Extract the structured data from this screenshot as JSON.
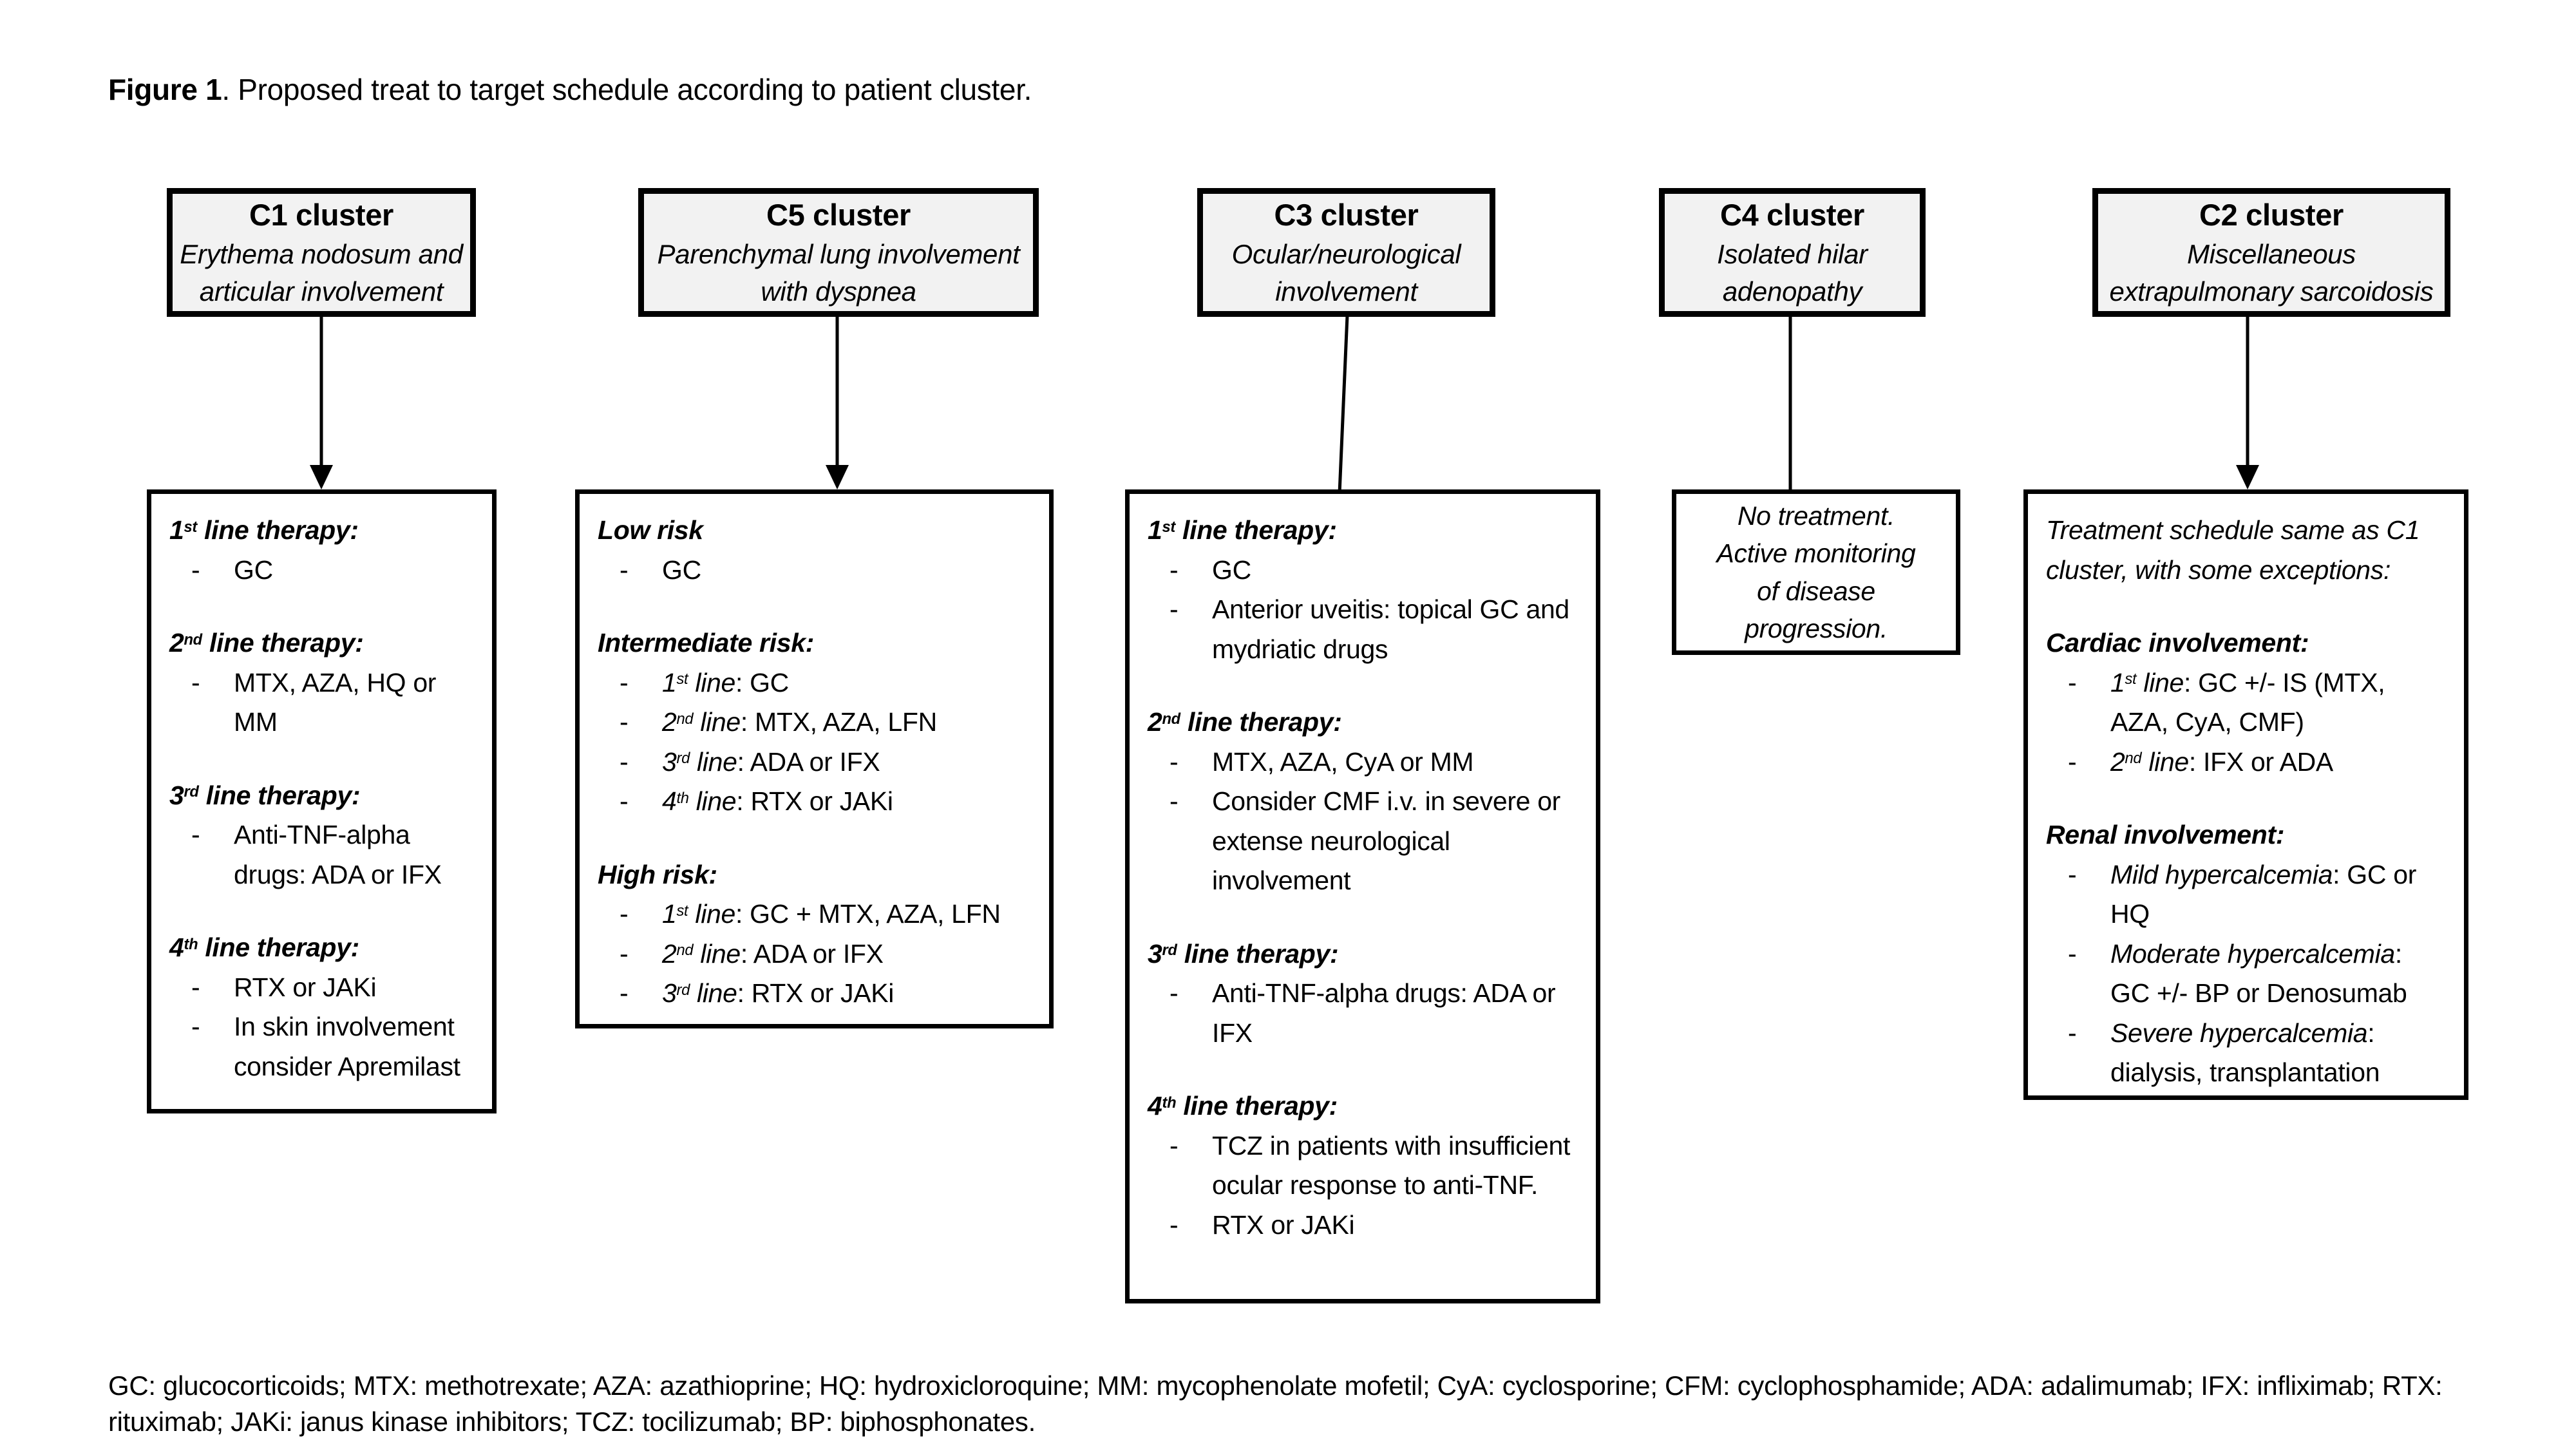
{
  "figure_caption": {
    "label": "Figure 1",
    "text": ". Proposed treat to target schedule according to patient cluster."
  },
  "clusters": [
    {
      "id": "c1",
      "header_title": "C1 cluster",
      "header_subtitle": "Erythema nodosum and articular involvement",
      "body": [
        {
          "type": "h",
          "seg": [
            {
              "t": "1"
            },
            {
              "t": "st",
              "sup": 1
            },
            {
              "t": " line therapy:"
            }
          ]
        },
        {
          "type": "li",
          "seg": [
            {
              "t": "GC"
            }
          ]
        },
        {
          "type": "gap"
        },
        {
          "type": "h",
          "seg": [
            {
              "t": "2"
            },
            {
              "t": "nd",
              "sup": 1
            },
            {
              "t": " line therapy:"
            }
          ]
        },
        {
          "type": "li",
          "seg": [
            {
              "t": "MTX, AZA, HQ or MM"
            }
          ]
        },
        {
          "type": "gap"
        },
        {
          "type": "h",
          "seg": [
            {
              "t": "3"
            },
            {
              "t": "rd",
              "sup": 1
            },
            {
              "t": " line therapy:"
            }
          ]
        },
        {
          "type": "li",
          "seg": [
            {
              "t": "Anti-TNF-alpha drugs: ADA or IFX"
            }
          ]
        },
        {
          "type": "gap"
        },
        {
          "type": "h",
          "seg": [
            {
              "t": "4"
            },
            {
              "t": "th",
              "sup": 1
            },
            {
              "t": " line therapy:"
            }
          ]
        },
        {
          "type": "li",
          "seg": [
            {
              "t": "RTX or JAKi"
            }
          ]
        },
        {
          "type": "li",
          "seg": [
            {
              "t": "In skin involvement consider Apremilast"
            }
          ]
        }
      ]
    },
    {
      "id": "c5",
      "header_title": "C5 cluster",
      "header_subtitle": "Parenchymal lung involvement with dyspnea",
      "body": [
        {
          "type": "h",
          "seg": [
            {
              "t": "Low risk"
            }
          ]
        },
        {
          "type": "li",
          "seg": [
            {
              "t": "GC"
            }
          ]
        },
        {
          "type": "gap"
        },
        {
          "type": "h",
          "seg": [
            {
              "t": "Intermediate risk:"
            }
          ]
        },
        {
          "type": "li",
          "seg": [
            {
              "t": "1",
              "i": 1
            },
            {
              "t": "st",
              "i": 1,
              "sup": 1
            },
            {
              "t": " line",
              "i": 1
            },
            {
              "t": ": GC"
            }
          ]
        },
        {
          "type": "li",
          "seg": [
            {
              "t": "2",
              "i": 1
            },
            {
              "t": "nd",
              "i": 1,
              "sup": 1
            },
            {
              "t": " line",
              "i": 1
            },
            {
              "t": ": MTX, AZA, LFN"
            }
          ]
        },
        {
          "type": "li",
          "seg": [
            {
              "t": "3",
              "i": 1
            },
            {
              "t": "rd",
              "i": 1,
              "sup": 1
            },
            {
              "t": " line",
              "i": 1
            },
            {
              "t": ": ADA or IFX"
            }
          ]
        },
        {
          "type": "li",
          "seg": [
            {
              "t": "4",
              "i": 1
            },
            {
              "t": "th",
              "i": 1,
              "sup": 1
            },
            {
              "t": " line",
              "i": 1
            },
            {
              "t": ": RTX or JAKi"
            }
          ]
        },
        {
          "type": "gap"
        },
        {
          "type": "h",
          "seg": [
            {
              "t": "High risk:"
            }
          ]
        },
        {
          "type": "li",
          "seg": [
            {
              "t": "1",
              "i": 1
            },
            {
              "t": "st",
              "i": 1,
              "sup": 1
            },
            {
              "t": " line",
              "i": 1
            },
            {
              "t": ": GC + MTX, AZA, LFN"
            }
          ]
        },
        {
          "type": "li",
          "seg": [
            {
              "t": "2",
              "i": 1
            },
            {
              "t": "nd",
              "i": 1,
              "sup": 1
            },
            {
              "t": " line",
              "i": 1
            },
            {
              "t": ": ADA or IFX"
            }
          ]
        },
        {
          "type": "li",
          "seg": [
            {
              "t": "3",
              "i": 1
            },
            {
              "t": "rd",
              "i": 1,
              "sup": 1
            },
            {
              "t": " line",
              "i": 1
            },
            {
              "t": ": RTX or JAKi"
            }
          ]
        }
      ]
    },
    {
      "id": "c3",
      "header_title": "C3 cluster",
      "header_subtitle": "Ocular/neurological involvement",
      "body": [
        {
          "type": "h",
          "seg": [
            {
              "t": "1"
            },
            {
              "t": "st",
              "sup": 1
            },
            {
              "t": " line therapy:"
            }
          ]
        },
        {
          "type": "li",
          "seg": [
            {
              "t": "GC"
            }
          ]
        },
        {
          "type": "li",
          "seg": [
            {
              "t": "Anterior uveitis: topical GC and mydriatic drugs"
            }
          ]
        },
        {
          "type": "gap"
        },
        {
          "type": "h",
          "seg": [
            {
              "t": "2"
            },
            {
              "t": "nd",
              "sup": 1
            },
            {
              "t": " line therapy:"
            }
          ]
        },
        {
          "type": "li",
          "seg": [
            {
              "t": "MTX, AZA, CyA or MM"
            }
          ]
        },
        {
          "type": "li",
          "seg": [
            {
              "t": "Consider CMF i.v. in severe or extense neurological involvement"
            }
          ]
        },
        {
          "type": "gap"
        },
        {
          "type": "h",
          "seg": [
            {
              "t": "3"
            },
            {
              "t": "rd",
              "sup": 1
            },
            {
              "t": " line therapy:"
            }
          ]
        },
        {
          "type": "li",
          "seg": [
            {
              "t": "Anti-TNF-alpha drugs: ADA or IFX"
            }
          ]
        },
        {
          "type": "gap"
        },
        {
          "type": "h",
          "seg": [
            {
              "t": "4"
            },
            {
              "t": "th",
              "sup": 1
            },
            {
              "t": " line therapy:"
            }
          ]
        },
        {
          "type": "li",
          "seg": [
            {
              "t": "TCZ in patients with insufficient ocular response to anti-TNF."
            }
          ]
        },
        {
          "type": "li",
          "seg": [
            {
              "t": "RTX or JAKi"
            }
          ]
        }
      ]
    },
    {
      "id": "c4",
      "header_title": "C4 cluster",
      "header_subtitle": "Isolated hilar adenopathy",
      "body": [
        {
          "type": "c",
          "seg": [
            {
              "t": "No treatment."
            }
          ]
        },
        {
          "type": "c",
          "seg": [
            {
              "t": "Active monitoring"
            }
          ]
        },
        {
          "type": "c",
          "seg": [
            {
              "t": "of disease"
            }
          ]
        },
        {
          "type": "c",
          "seg": [
            {
              "t": "progression."
            }
          ]
        }
      ]
    },
    {
      "id": "c2",
      "header_title": "C2 cluster",
      "header_subtitle": "Miscellaneous extrapulmonary sarcoidosis",
      "body": [
        {
          "type": "p",
          "seg": [
            {
              "t": "Treatment schedule same as C1 cluster, with some exceptions:",
              "i": 1
            }
          ]
        },
        {
          "type": "gap"
        },
        {
          "type": "h",
          "seg": [
            {
              "t": "Cardiac involvement:"
            }
          ]
        },
        {
          "type": "li",
          "seg": [
            {
              "t": "1",
              "i": 1
            },
            {
              "t": "st",
              "i": 1,
              "sup": 1
            },
            {
              "t": " line",
              "i": 1
            },
            {
              "t": ": GC +/- IS (MTX, AZA, CyA, CMF)"
            }
          ]
        },
        {
          "type": "li",
          "seg": [
            {
              "t": "2",
              "i": 1
            },
            {
              "t": "nd",
              "i": 1,
              "sup": 1
            },
            {
              "t": " line",
              "i": 1
            },
            {
              "t": ": IFX or ADA"
            }
          ]
        },
        {
          "type": "gap"
        },
        {
          "type": "h",
          "seg": [
            {
              "t": "Renal involvement:"
            }
          ]
        },
        {
          "type": "li",
          "seg": [
            {
              "t": "Mild hypercalcemia",
              "i": 1
            },
            {
              "t": ": GC or HQ"
            }
          ]
        },
        {
          "type": "li",
          "seg": [
            {
              "t": "Moderate hypercalcemia",
              "i": 1
            },
            {
              "t": ": GC +/- BP or Denosumab"
            }
          ]
        },
        {
          "type": "li",
          "seg": [
            {
              "t": "Severe hypercalcemia",
              "i": 1
            },
            {
              "t": ": dialysis, transplantation"
            }
          ]
        }
      ]
    }
  ],
  "footnote": "GC: glucocorticoids; MTX: methotrexate; AZA: azathioprine; HQ: hydroxicloroquine; MM: mycophenolate mofetil; CyA: cyclosporine; CFM: cyclophosphamide; ADA: adalimumab; IFX: infliximab; RTX: rituximab; JAKi: janus kinase inhibitors; TCZ: tocilizumab; BP: biphosphonates.",
  "colors": {
    "header_fill": "#f2f2f2",
    "border": "#000000",
    "text": "#000000",
    "background": "#ffffff"
  }
}
